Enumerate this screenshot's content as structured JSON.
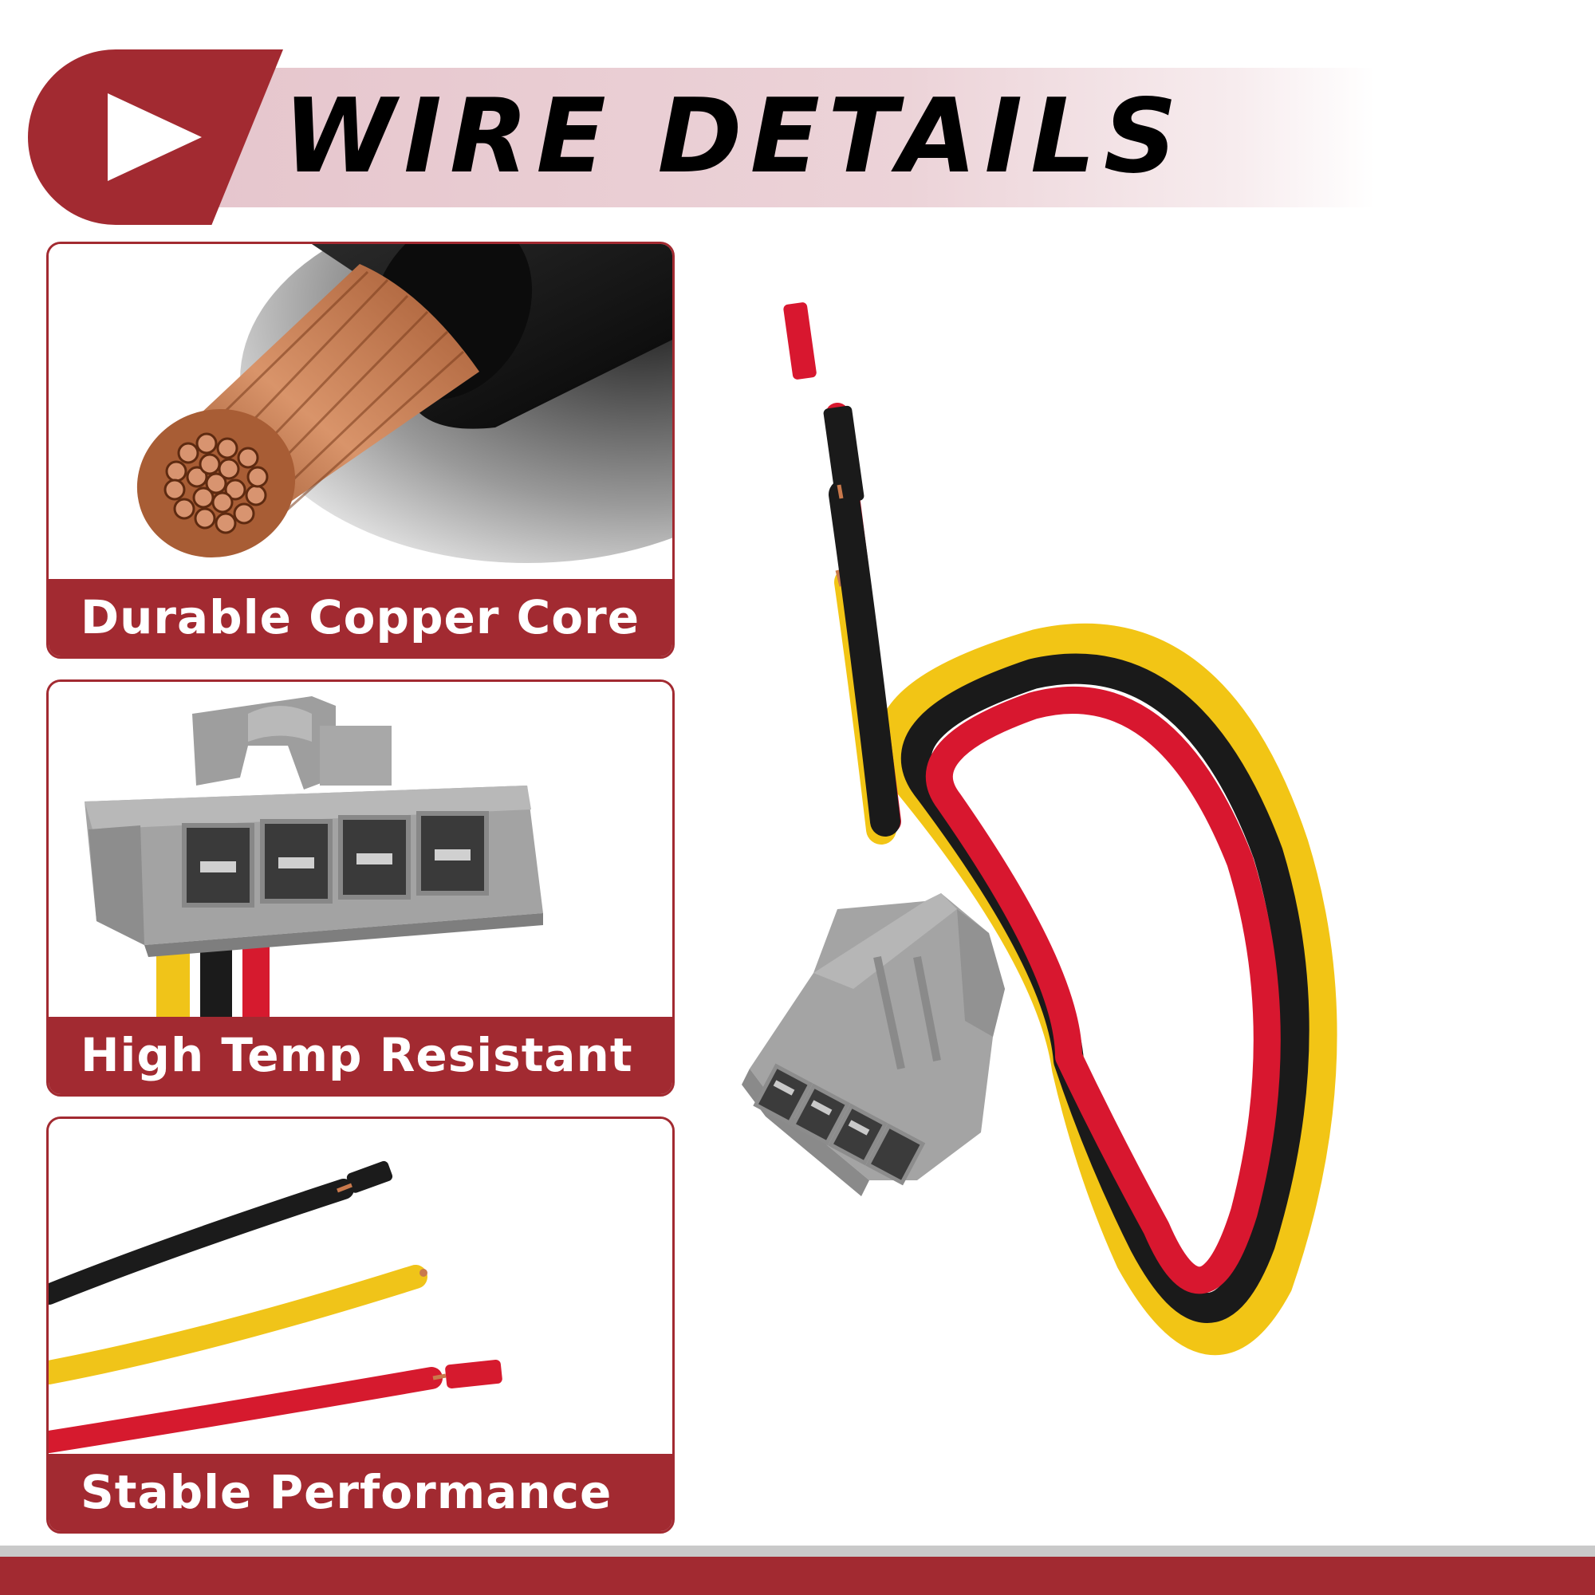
{
  "header": {
    "title": "WIRE DETAILS",
    "icon": "play-icon"
  },
  "features": [
    {
      "caption": "Durable Copper Core",
      "image": "copper-core-wire-closeup"
    },
    {
      "caption": "High Temp Resistant",
      "image": "gray-connector-housing"
    },
    {
      "caption": "Stable Performance",
      "image": "black-yellow-red-wire-ends"
    }
  ],
  "product": {
    "image": "connector-pigtail-with-yellow-black-red-wires",
    "wire_colors": [
      "#f2c515",
      "#1a1a1a",
      "#d8172f"
    ]
  },
  "colors": {
    "accent": "#a22a31",
    "banner_tint": "#e6c6cd",
    "connector_gray": "#a4a4a4",
    "copper": "#c9794c"
  }
}
